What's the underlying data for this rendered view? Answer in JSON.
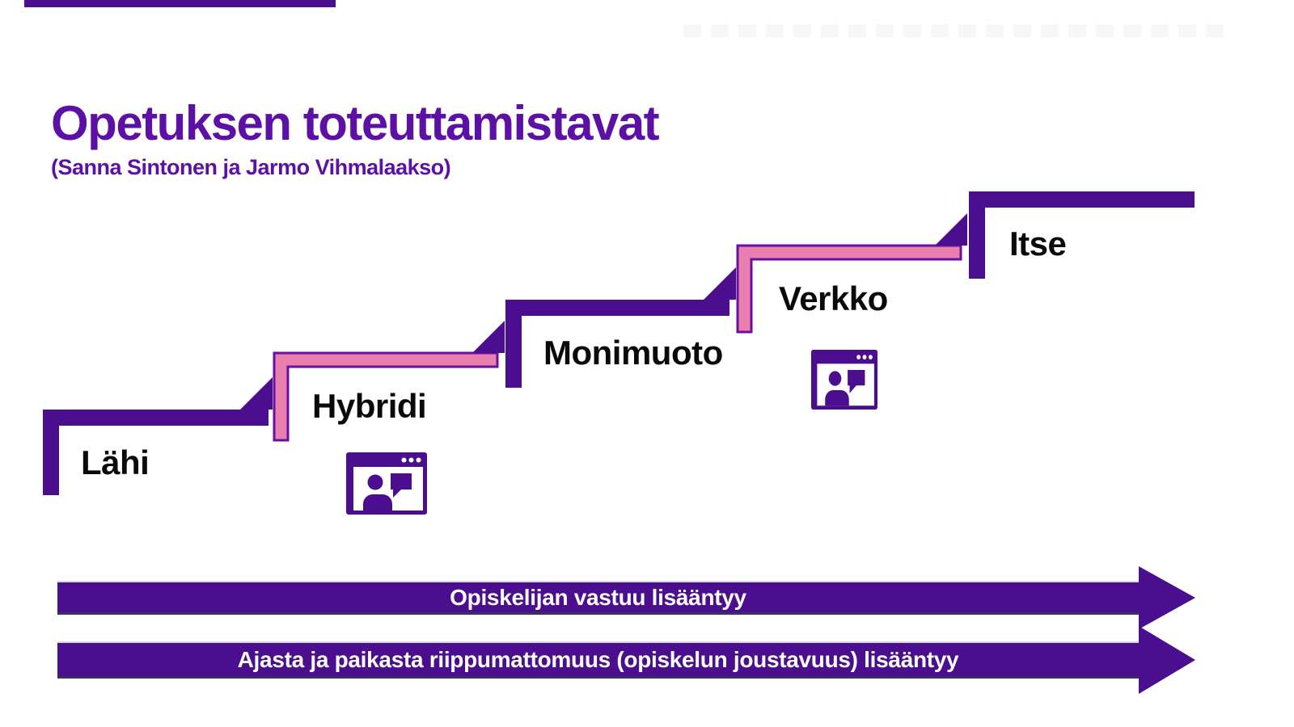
{
  "slide": {
    "title": "Opetuksen toteuttamistavat",
    "subtitle": "(Sanna Sintonen ja Jarmo Vihmalaakso)"
  },
  "steps": [
    {
      "id": "lahi",
      "label": "Lähi",
      "style": "purple"
    },
    {
      "id": "hybridi",
      "label": "Hybridi",
      "style": "pink",
      "icon": "video-call-window-icon"
    },
    {
      "id": "monimuoto",
      "label": "Monimuoto",
      "style": "purple"
    },
    {
      "id": "verkko",
      "label": "Verkko",
      "style": "pink",
      "icon": "video-call-window-icon"
    },
    {
      "id": "itse",
      "label": "Itse",
      "style": "purple"
    }
  ],
  "arrows": [
    {
      "label": "Opiskelijan vastuu lisääntyy"
    },
    {
      "label": "Ajasta ja paikasta riippumattomuus (opiskelun joustavuus) lisääntyy"
    }
  ],
  "colors": {
    "purple": "#4A0E8F",
    "title_purple": "#5C10A6",
    "pink": "#E87FAE",
    "pink_border": "#690FA2",
    "label_black": "#0A0A0A",
    "arrow_text": "#FFFFFF"
  }
}
